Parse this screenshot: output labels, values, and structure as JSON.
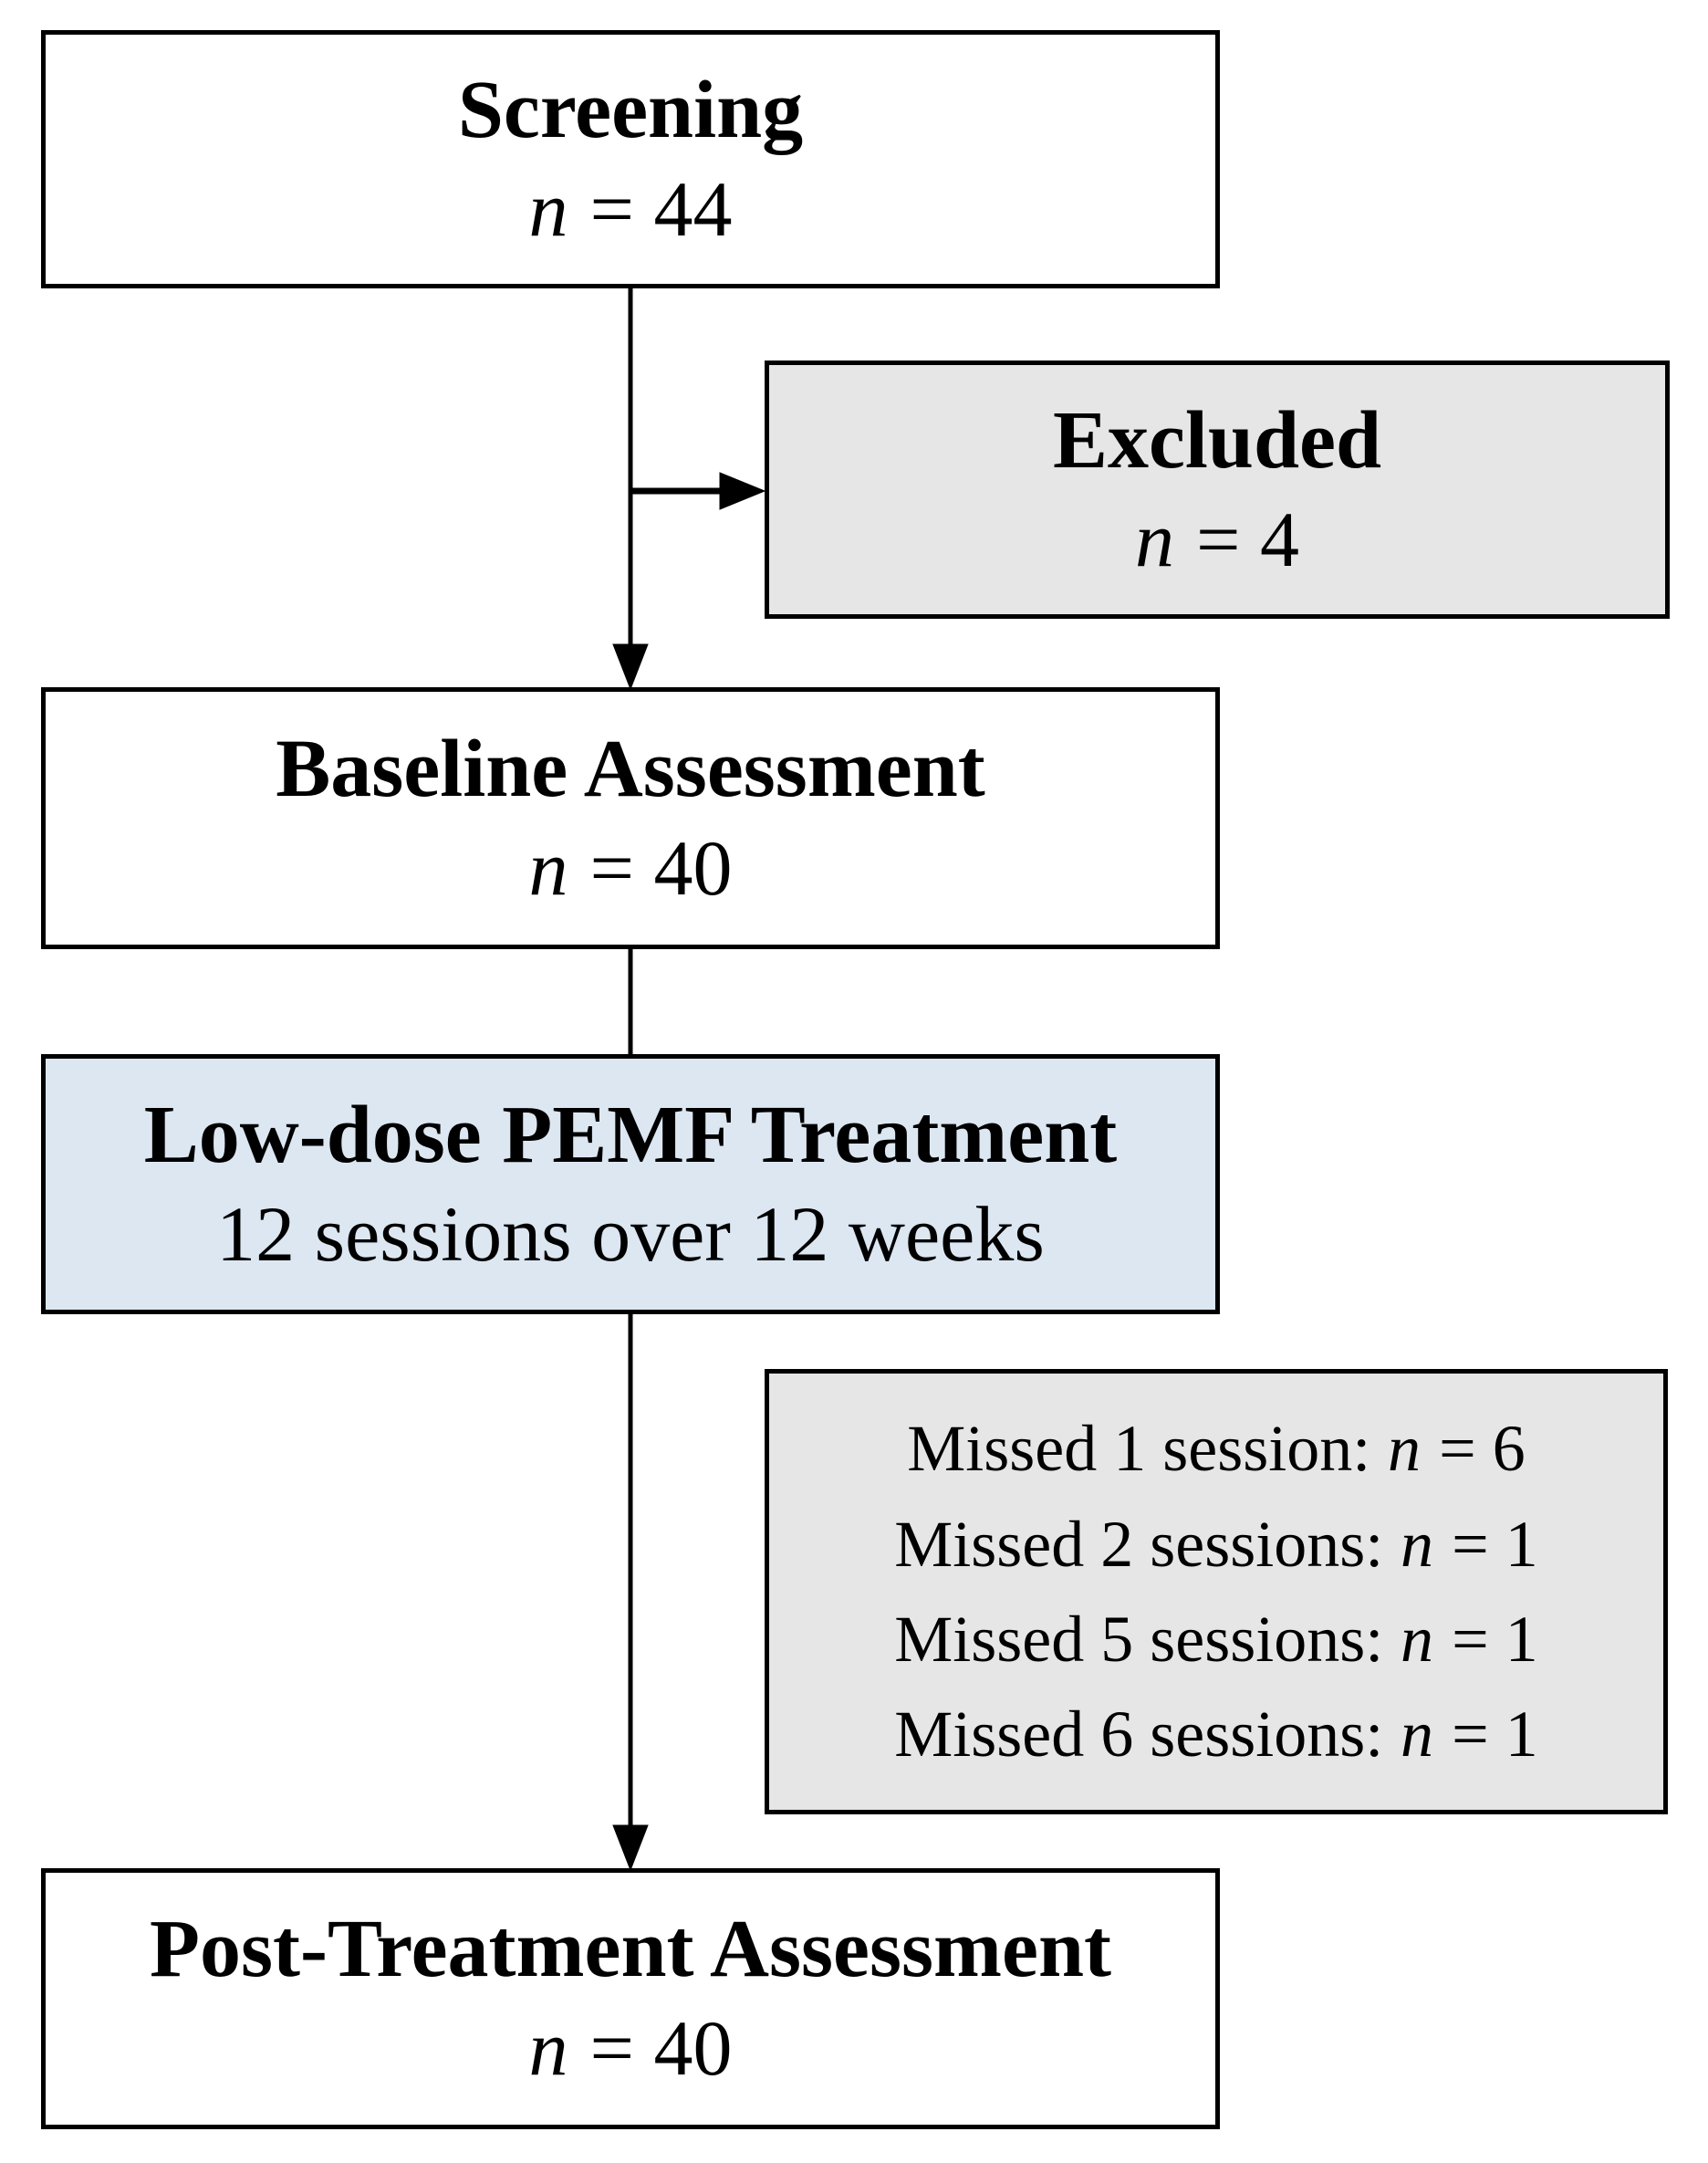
{
  "colors": {
    "background": "#ffffff",
    "box_border": "#000000",
    "text": "#000000",
    "fill_white": "#ffffff",
    "fill_gray": "#e6e6e6",
    "fill_blue": "#dce7f2"
  },
  "boxes": {
    "screening": {
      "title": "Screening",
      "n_symbol": "n",
      "n_value": "= 44"
    },
    "excluded": {
      "title": "Excluded",
      "n_symbol": "n",
      "n_value": "= 4"
    },
    "baseline": {
      "title": "Baseline Assessment",
      "n_symbol": "n",
      "n_value": "= 40"
    },
    "treatment": {
      "title": "Low-dose PEMF Treatment",
      "subtitle": "12 sessions over 12 weeks"
    },
    "missed": {
      "lines": [
        {
          "prefix": "Missed 1 session:",
          "n_symbol": "n",
          "n_value": "= 6"
        },
        {
          "prefix": "Missed 2 sessions:",
          "n_symbol": "n",
          "n_value": "= 1"
        },
        {
          "prefix": "Missed 5 sessions:",
          "n_symbol": "n",
          "n_value": "= 1"
        },
        {
          "prefix": "Missed 6 sessions:",
          "n_symbol": "n",
          "n_value": "= 1"
        }
      ]
    },
    "post": {
      "title": "Post-Treatment Assessment",
      "n_symbol": "n",
      "n_value": "= 40"
    }
  }
}
